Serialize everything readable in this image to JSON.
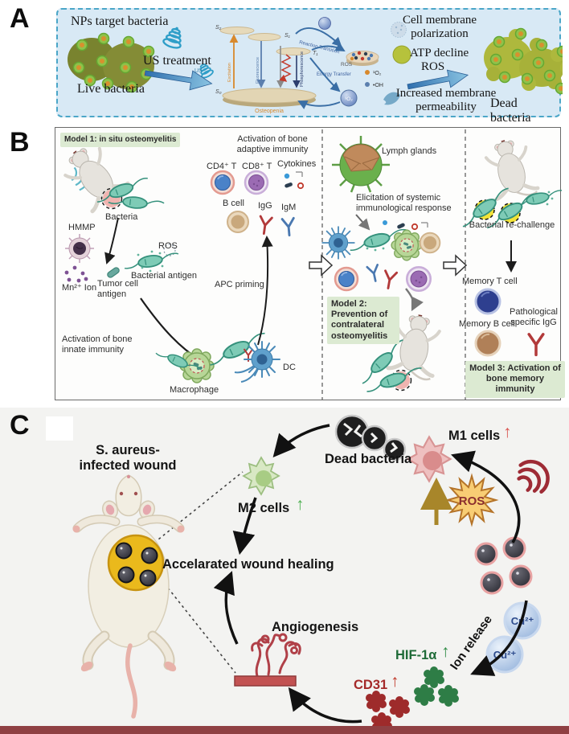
{
  "panel_a": {
    "letter": "A",
    "nps_target_label": "NPs target bacteria",
    "live_bacteria_label": "Live bacteria",
    "us_treatment_label": "US treatment",
    "us_small_label": "US",
    "level_s2": "S₂",
    "level_s1": "S₁",
    "level_t1": "T₁",
    "level_s0": "S₀",
    "excitation_label": "Excitation",
    "fluorescence_label": "Fluorescence",
    "phosphorescence_label": "Phosphorescence",
    "reaction_transition_label": "Reaction Transition",
    "energy_transfer_label": "Energy Transfer",
    "ros_platter_label": "ROS",
    "ground_label": "Osteopenia",
    "singlet_oxygen_label": "¹O₂",
    "hydroxyl_label": "•OH",
    "triplet_oxygen_label": "³O₂",
    "cell_membrane_label": "Cell membrane polarization",
    "atp_label": "ATP decline",
    "ros_label": "ROS",
    "permeability_label": "Increased membrane permeability",
    "dead_bacteria_label": "Dead bacteria"
  },
  "panel_b": {
    "letter": "B",
    "model1": {
      "title": "Model 1: in situ osteomyelitis",
      "bacteria": "Bacteria",
      "hmmp": "HMMP",
      "ros": "ROS",
      "mn_ion": "Mn²⁺ Ion",
      "tumor_antigen": "Tumor cell antigen",
      "bacterial_antigen": "Bacterial antigen",
      "innate": "Activation of bone innate immunity",
      "macrophage": "Macrophage",
      "dc": "DC",
      "apc": "APC priming",
      "adaptive": "Activation of bone adaptive immunity",
      "cd4": "CD4⁺ T",
      "cd8": "CD8⁺ T",
      "cytokines": "Cytokines",
      "b_cell": "B cell",
      "igg": "IgG",
      "igm": "IgM"
    },
    "model2": {
      "title": "Model 2: Prevention of contralateral osteomyelitis",
      "lymph": "Lymph glands",
      "elicitation": "Elicitation of systemic immunological response"
    },
    "model3": {
      "title": "Model 3: Activation of bone memory immunity",
      "rechallenge": "Bacterial re-challenge",
      "memory_t": "Memory T cell",
      "memory_b": "Memory B cell",
      "pathological": "Pathological specific IgG"
    }
  },
  "panel_c": {
    "letter": "C",
    "wound": "S. aureus-infected wound",
    "dead_bacteria": "Dead bacteria",
    "m1": "M1 cells",
    "m2": "M2 cells",
    "ros": "ROS",
    "healing": "Accelarated wound healing",
    "angiogenesis": "Angiogenesis",
    "ion_release": "Ion release",
    "cu": "Cu²⁺",
    "hif": "HIF-1α",
    "cd31": "CD31",
    "up_arrow": "↑"
  }
}
